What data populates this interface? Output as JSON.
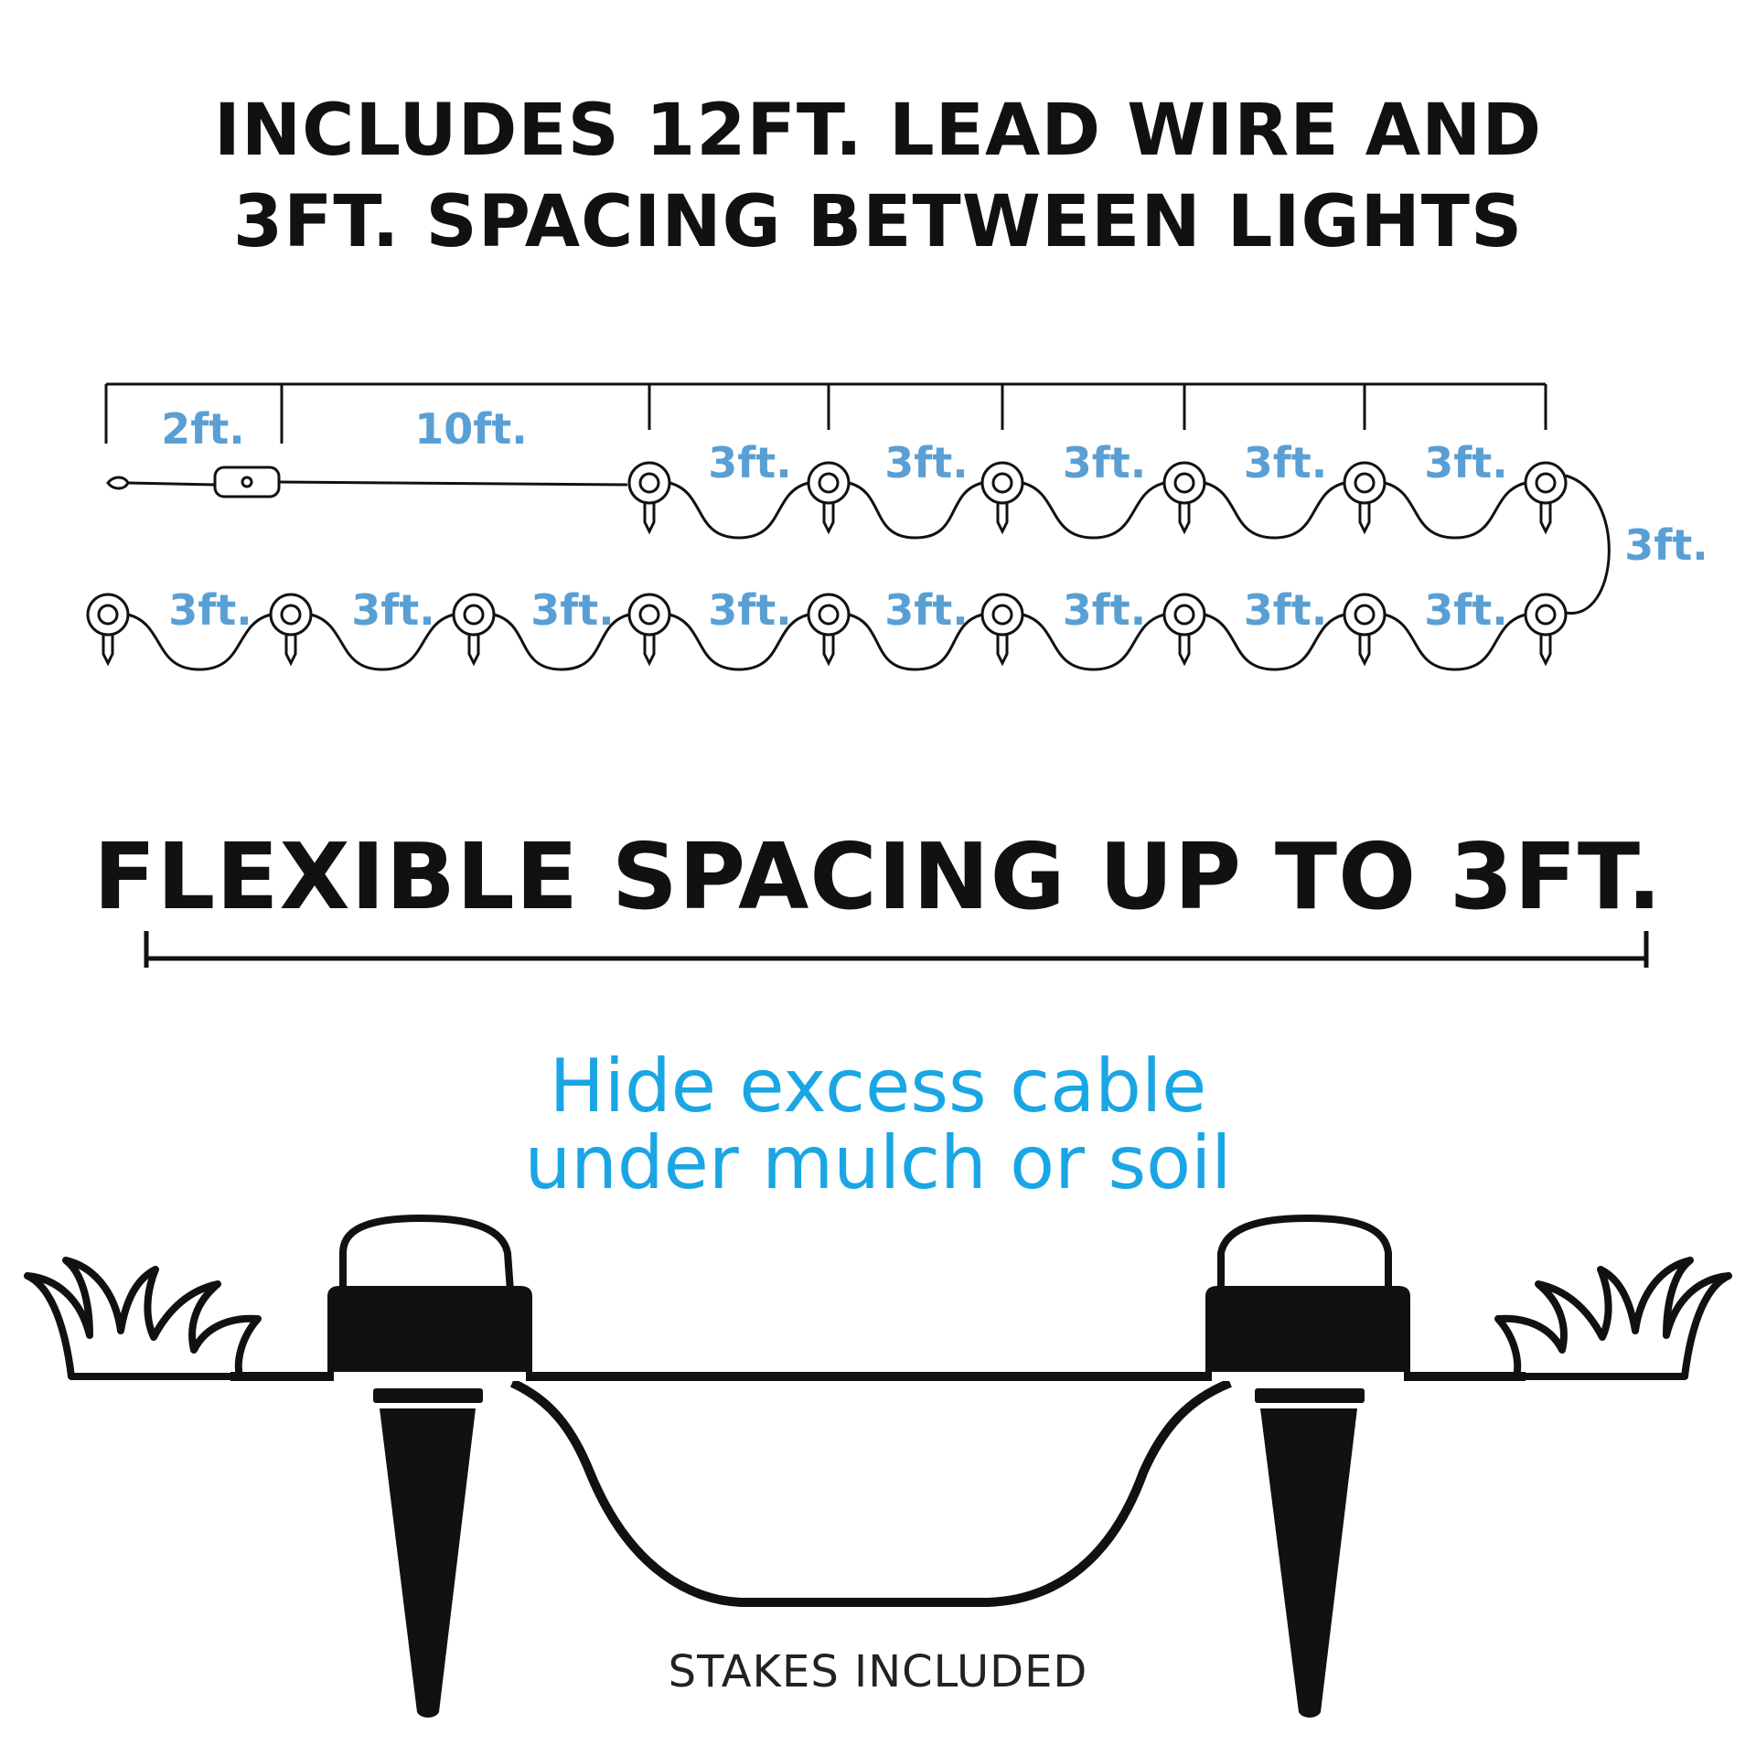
{
  "headline": {
    "line1": "INCLUDES 12FT. LEAD WIRE AND",
    "line2": "3FT. SPACING BETWEEN LIGHTS"
  },
  "diagram": {
    "lead_labels": [
      "2ft.",
      "10ft."
    ],
    "spacing_label": "3ft.",
    "top_row_count": 6,
    "bottom_row_count": 9,
    "label_color": "#5a9fd4"
  },
  "flexible": {
    "title": "FLEXIBLE SPACING UP TO 3FT."
  },
  "hide": {
    "line1": "Hide excess cable",
    "line2": "under mulch or soil",
    "color": "#1aa6e4"
  },
  "stakes": {
    "label": "STAKES INCLUDED"
  }
}
